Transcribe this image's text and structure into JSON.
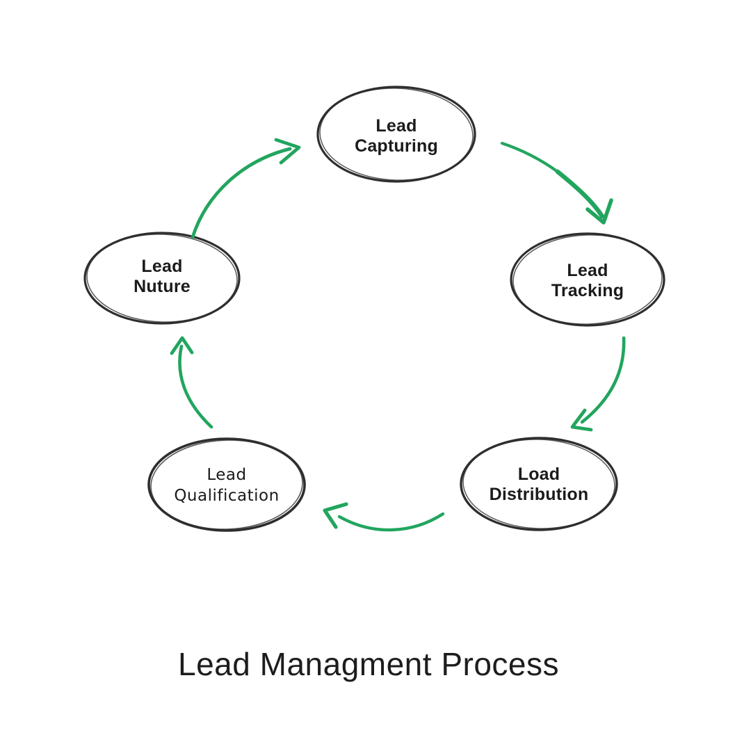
{
  "title": "Lead Managment Process",
  "colors": {
    "background": "#ffffff",
    "arrow_green": "#22a55e",
    "ellipse_stroke": "#2e2e2e",
    "label_text": "#1b1b1b",
    "title_text": "#1d1d1d"
  },
  "diagram": {
    "type": "cycle-flow",
    "nodes": [
      {
        "id": "lead-capturing",
        "line1": "Lead",
        "line2": "Capturing",
        "position": "top"
      },
      {
        "id": "lead-tracking",
        "line1": "Lead",
        "line2": "Tracking",
        "position": "right"
      },
      {
        "id": "load-distribution",
        "line1": "Load",
        "line2": "Distribution",
        "position": "bottom-right"
      },
      {
        "id": "lead-qualification",
        "line1": "Lead",
        "line2": "Qualification",
        "position": "bottom-left"
      },
      {
        "id": "lead-nuture",
        "line1": "Lead",
        "line2": "Nuture",
        "position": "left"
      }
    ],
    "arrows": [
      {
        "from": "lead-nuture",
        "to": "lead-capturing"
      },
      {
        "from": "lead-capturing",
        "to": "lead-tracking"
      },
      {
        "from": "lead-tracking",
        "to": "load-distribution"
      },
      {
        "from": "load-distribution",
        "to": "lead-qualification"
      },
      {
        "from": "lead-qualification",
        "to": "lead-nuture"
      }
    ]
  }
}
